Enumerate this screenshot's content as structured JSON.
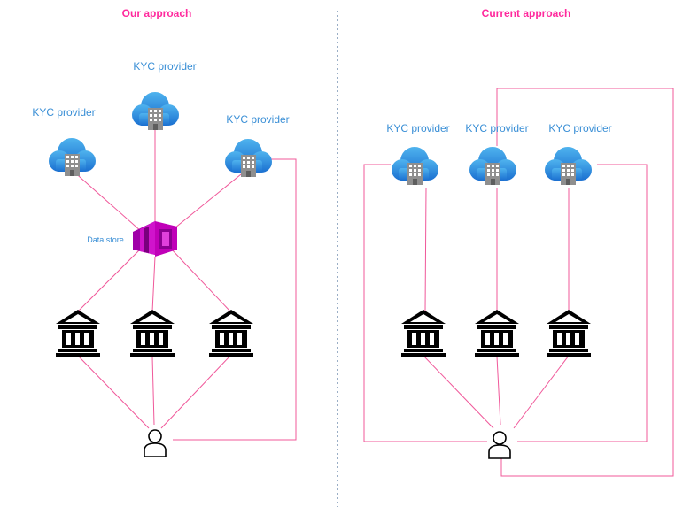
{
  "left_panel": {
    "title": "Our approach",
    "kyc_labels": [
      "KYC provider",
      "KYC provider",
      "KYC provider"
    ],
    "data_store_label": "Data store"
  },
  "right_panel": {
    "title": "Current approach",
    "kyc_labels": [
      "KYC provider",
      "KYC provider",
      "KYC provider"
    ]
  },
  "colors": {
    "title": "#ff2a9d",
    "label": "#3a8fd6",
    "connector": "#f0589a",
    "cloud_top": "#4fb3ee",
    "cloud_bottom": "#1a6fd0",
    "building": "#8a8a8a",
    "data_store": "#c000b8",
    "divider": "#9aaec6",
    "icon": "#000000"
  },
  "icons": {
    "kyc_provider": "cloud-building-icon",
    "bank": "bank-icon",
    "user": "user-icon",
    "data_store": "data-store-icon"
  }
}
